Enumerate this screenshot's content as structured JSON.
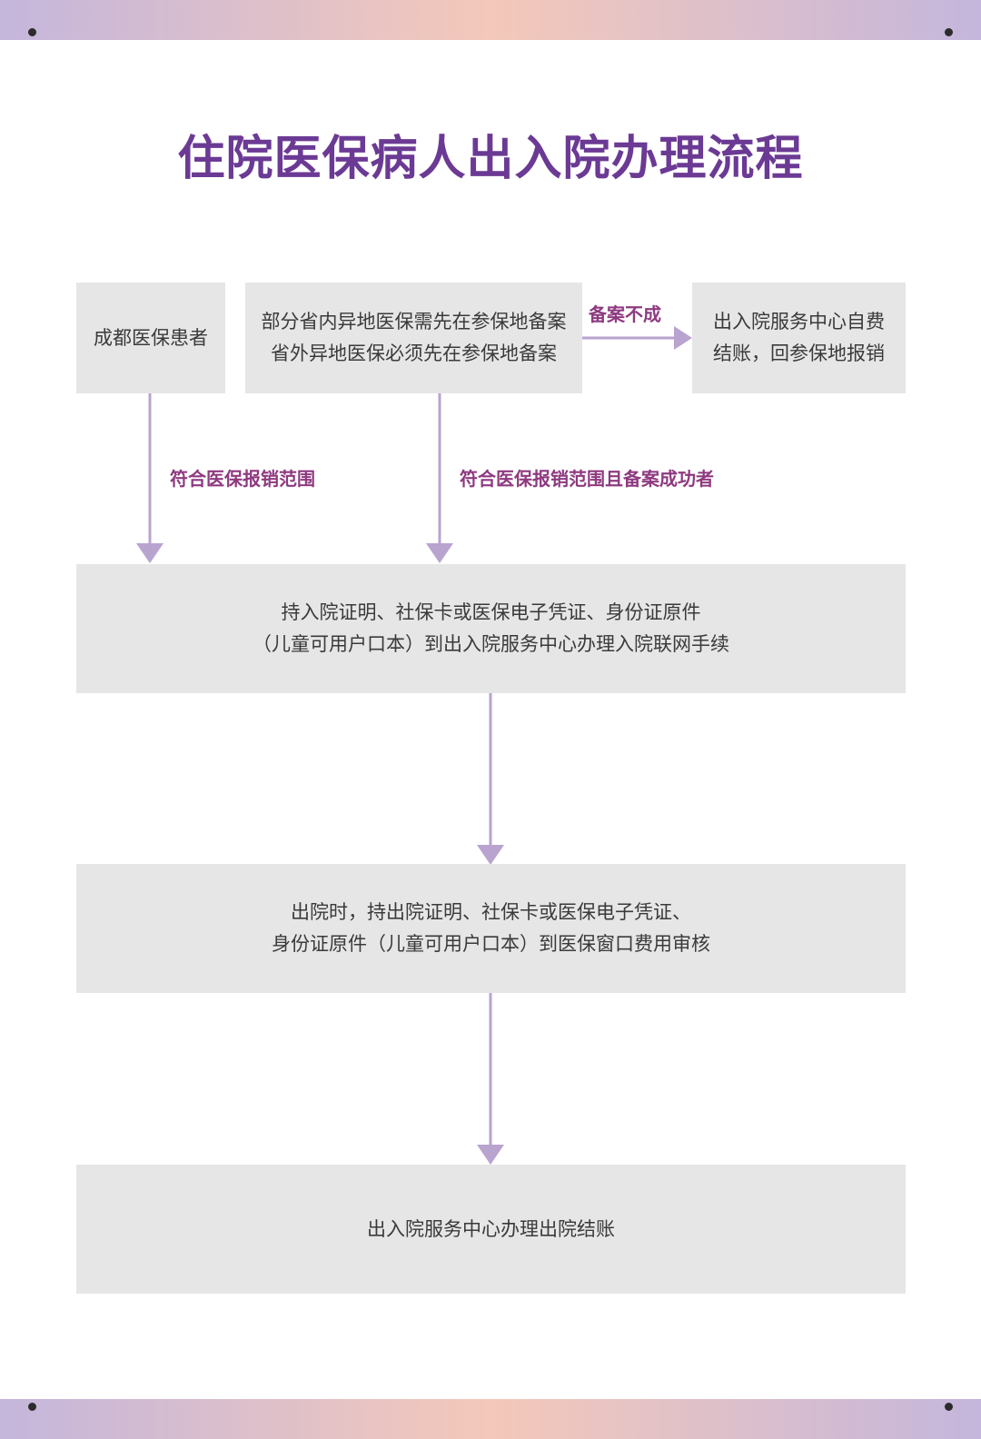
{
  "title": "住院医保病人出入院办理流程",
  "colors": {
    "title": "#6b3a94",
    "label": "#8e3a80",
    "arrow": "#b9a3cf",
    "box": "#e6e6e6",
    "band_start": "#c4b6dc",
    "band_mid": "#f4c8ba"
  },
  "nodes": {
    "chengdu": "成都医保患者",
    "remote": "部分省内异地医保需先在参保地备案\n省外异地医保必须先在参保地备案",
    "selfpay": "出入院服务中心自费\n结账，回参保地报销",
    "admission": "持入院证明、社保卡或医保电子凭证、身份证原件\n（儿童可用户口本）到出入院服务中心办理入院联网手续",
    "discharge_review": "出院时，持出院证明、社保卡或医保电子凭证、\n身份证原件（儿童可用户口本）到医保窗口费用审核",
    "checkout": "出入院服务中心办理出院结账"
  },
  "edges": {
    "not_filed": "备案不成",
    "in_scope": "符合医保报销范围",
    "in_scope_filed": "符合医保报销范围且备案成功者"
  }
}
